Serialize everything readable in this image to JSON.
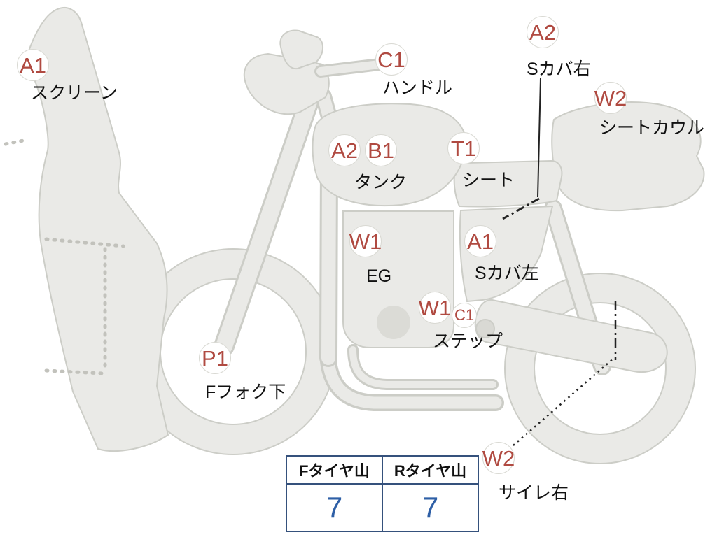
{
  "labels": [
    {
      "codes": [
        "A1"
      ],
      "name": "スクリーン"
    },
    {
      "codes": [
        "C1"
      ],
      "name": "ハンドル"
    },
    {
      "codes": [
        "A2"
      ],
      "name": "Sカバ右"
    },
    {
      "codes": [
        "W2"
      ],
      "name": "シートカウル"
    },
    {
      "codes": [
        "A2",
        "B1"
      ],
      "name": "タンク"
    },
    {
      "codes": [
        "T1"
      ],
      "name": "シート"
    },
    {
      "codes": [
        "W1"
      ],
      "name": "EG"
    },
    {
      "codes": [
        "A1"
      ],
      "name": "Sカバ左"
    },
    {
      "codes": [
        "W1",
        "C1"
      ],
      "name": "ステップ"
    },
    {
      "codes": [
        "P1"
      ],
      "name": "Fフォク下"
    },
    {
      "codes": [
        "W2"
      ],
      "name": "サイレ右"
    }
  ],
  "tire_table": {
    "front_header": "Fタイヤ山",
    "rear_header": "Rタイヤ山",
    "front_value": "7",
    "rear_value": "7"
  },
  "colors": {
    "code_text": "#b04a41",
    "tire_value_text": "#2e5fa6",
    "table_border": "#35517c",
    "bike_fill": "#eaeae7",
    "bike_stroke": "#cccdc7"
  }
}
